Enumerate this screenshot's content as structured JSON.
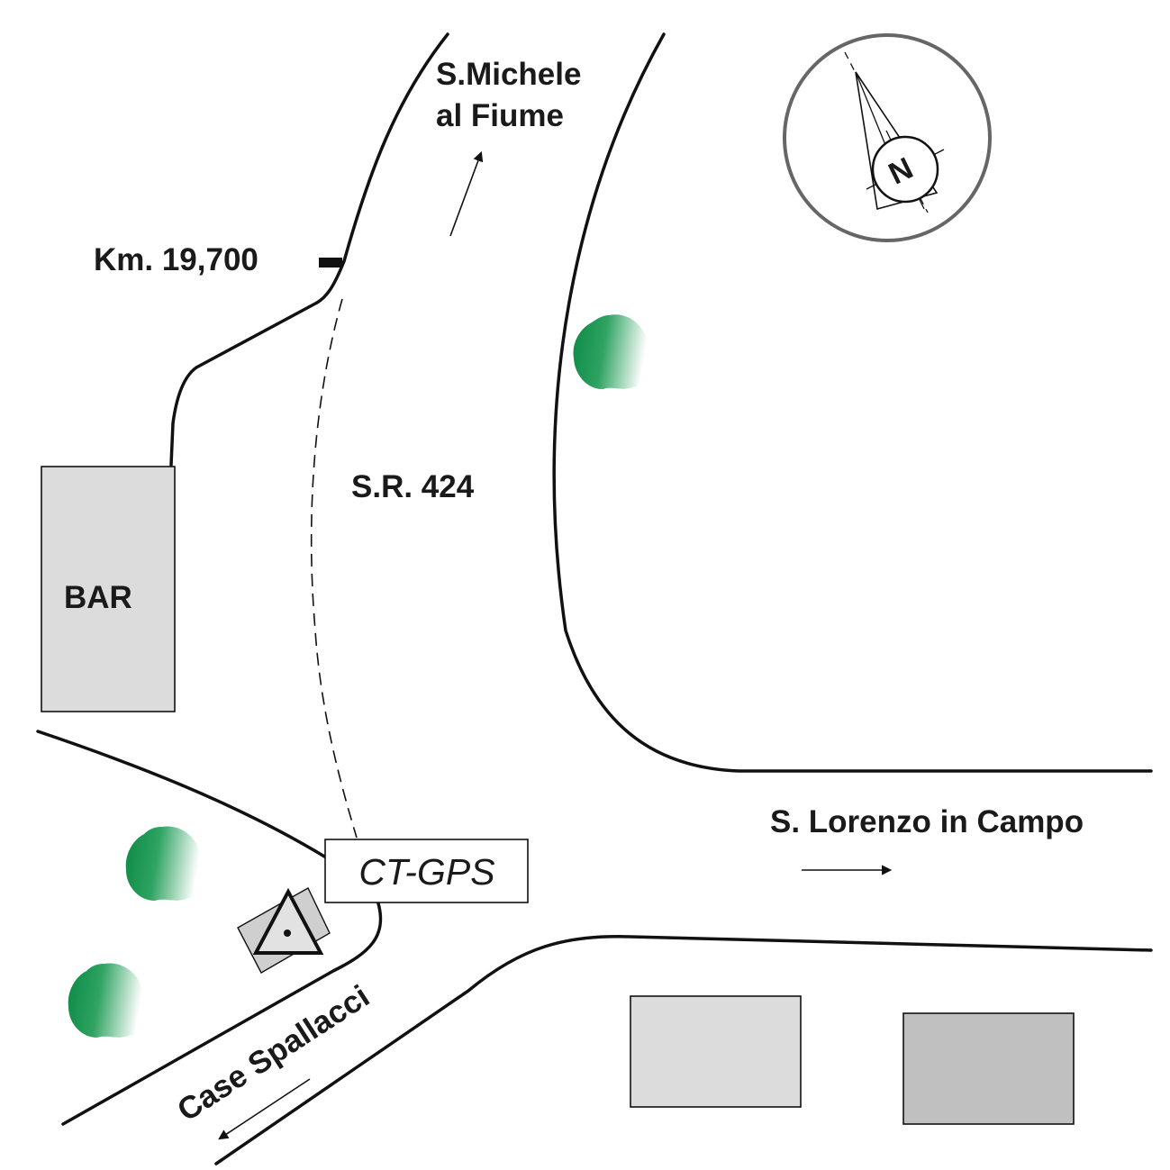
{
  "labels": {
    "sr424": "S.R. 424",
    "km_marker": "Km. 19,700",
    "san_michele_line1": "S.Michele",
    "san_michele_line2": "al Fiume",
    "san_lorenzo": "S. Lorenzo in Campo",
    "case_spallacci": "Case Spallacci",
    "bar": "BAR",
    "station": "CT-GPS",
    "north": "N"
  },
  "colors": {
    "road_line": "#111111",
    "bar_building": "#dcdcdc",
    "building_light": "#dcdcdc",
    "building_dark": "#c0c0c0",
    "tree_green": "#0e9148",
    "compass_ring": "#666666"
  },
  "icons": {
    "compass": "north-arrow-compass-icon",
    "station": "gps-benchmark-triangle-icon",
    "tree": "tree-icon"
  }
}
